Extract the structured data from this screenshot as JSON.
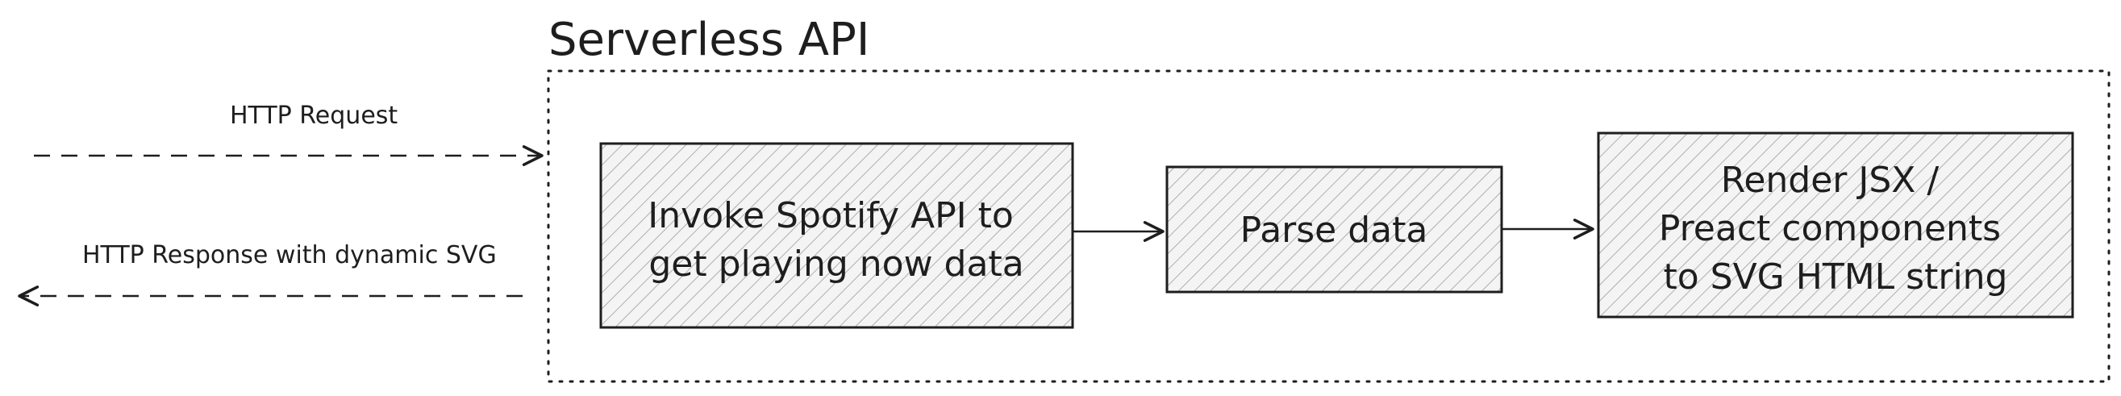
{
  "container": {
    "title": "Serverless API"
  },
  "request": {
    "label": "HTTP Request"
  },
  "response": {
    "label": "HTTP Response with dynamic SVG"
  },
  "boxes": [
    {
      "lines": [
        "Invoke Spotify API to",
        "get playing now data"
      ]
    },
    {
      "lines": [
        "Parse data"
      ]
    },
    {
      "lines": [
        "Render JSX /",
        "Preact components",
        "to SVG HTML string"
      ]
    }
  ],
  "colors": {
    "stroke": "#1e1e1e",
    "hatch": "#1e1e1e",
    "box_fill": "#f3f3f3",
    "background": "#ffffff"
  }
}
